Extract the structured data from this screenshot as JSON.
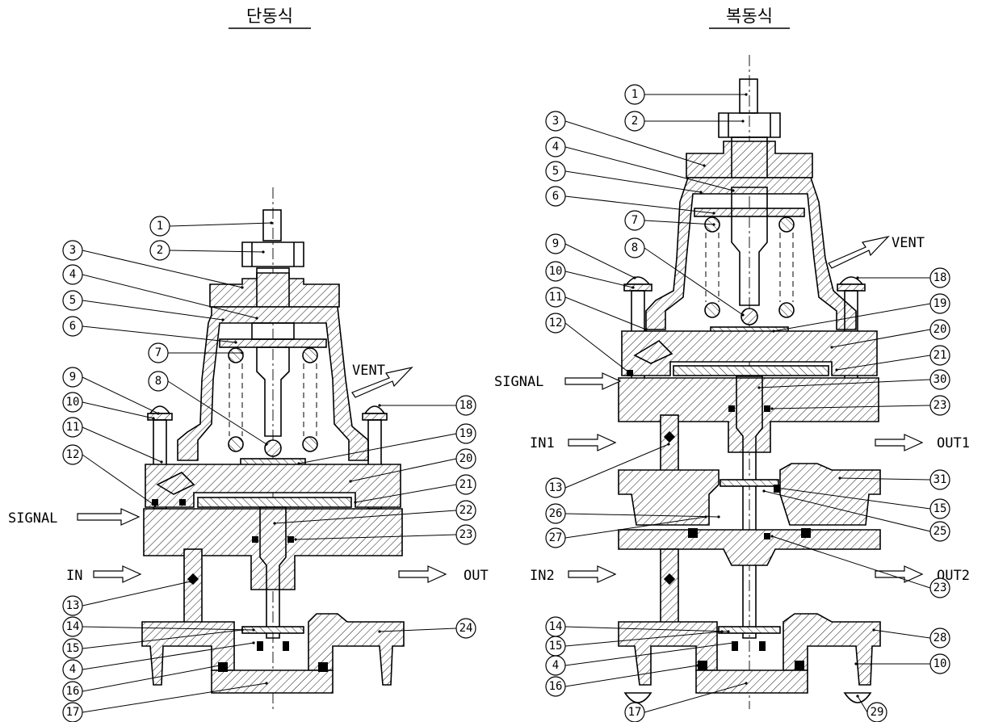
{
  "titles": {
    "left": "단동식",
    "right": "복동식"
  },
  "left": {
    "callouts_left": [
      "1",
      "2",
      "3",
      "4",
      "5",
      "6",
      "7",
      "8",
      "9",
      "10",
      "11",
      "12",
      "13",
      "14",
      "15",
      "4",
      "16",
      "17"
    ],
    "callouts_right": [
      "18",
      "19",
      "20",
      "21",
      "22",
      "23",
      "24"
    ],
    "ports": {
      "vent": "VENT",
      "signal": "SIGNAL",
      "in": "IN",
      "out": "OUT"
    }
  },
  "right": {
    "callouts_left": [
      "1",
      "2",
      "3",
      "4",
      "5",
      "6",
      "7",
      "8",
      "9",
      "10",
      "11",
      "12",
      "13",
      "26",
      "27",
      "14",
      "15",
      "4",
      "16",
      "17"
    ],
    "callouts_right": [
      "18",
      "19",
      "20",
      "21",
      "30",
      "23",
      "31",
      "15",
      "25",
      "23",
      "28",
      "10",
      "29"
    ],
    "ports": {
      "vent": "VENT",
      "signal": "SIGNAL",
      "in1": "IN1",
      "out1": "OUT1",
      "in2": "IN2",
      "out2": "OUT2"
    }
  }
}
